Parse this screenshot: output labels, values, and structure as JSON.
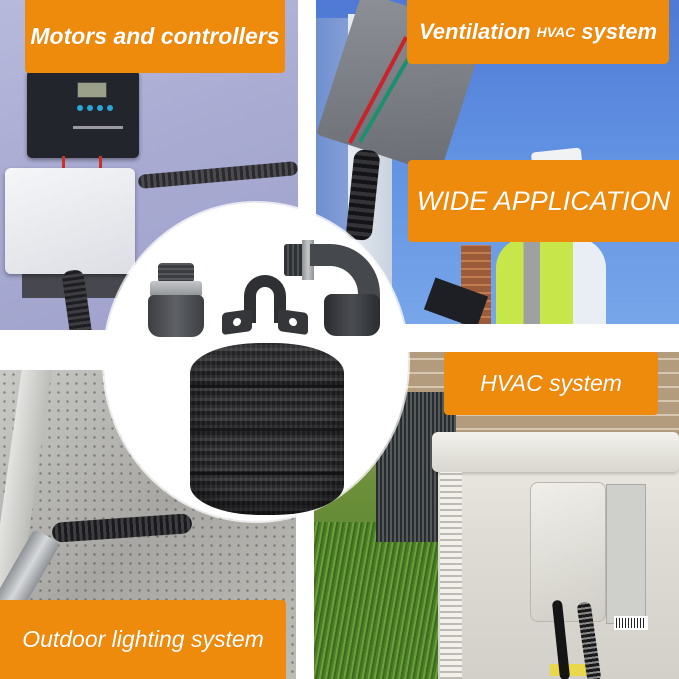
{
  "image": {
    "title": "Wide application of flexible liquid-tight conduit kit",
    "layout": "2x2 photo grid with central product circle"
  },
  "labels": {
    "top_left": "Motors and controllers",
    "top_right_main_a": "Ventilation",
    "top_right_small": "HVAC",
    "top_right_main_b": "system",
    "center_right": "WIDE APPLICATION",
    "bottom_right": "HVAC system",
    "bottom_left": "Outdoor lighting system"
  },
  "panels": [
    {
      "position": "top-left",
      "scene": "solar charge controller and junction box on lavender wall with black corrugated conduit"
    },
    {
      "position": "top-right",
      "scene": "gray electrical box with red and green wires, worker in safety vest holding clipboard, blue sky"
    },
    {
      "position": "bottom-left",
      "scene": "perforated gray panel with black conduit to outdoor light fixture"
    },
    {
      "position": "bottom-right",
      "scene": "mini-split HVAC outdoor unit with conduit connections on grass lawn"
    }
  ],
  "product": {
    "items": [
      "straight connector",
      "conduit strap",
      "90-degree elbow connector",
      "black flexible conduit coil"
    ]
  },
  "colors": {
    "label_orange": "#ee8a0c",
    "label_text": "#ffffff",
    "background": "#ffffff",
    "conduit_black": "#2a2a2d"
  }
}
